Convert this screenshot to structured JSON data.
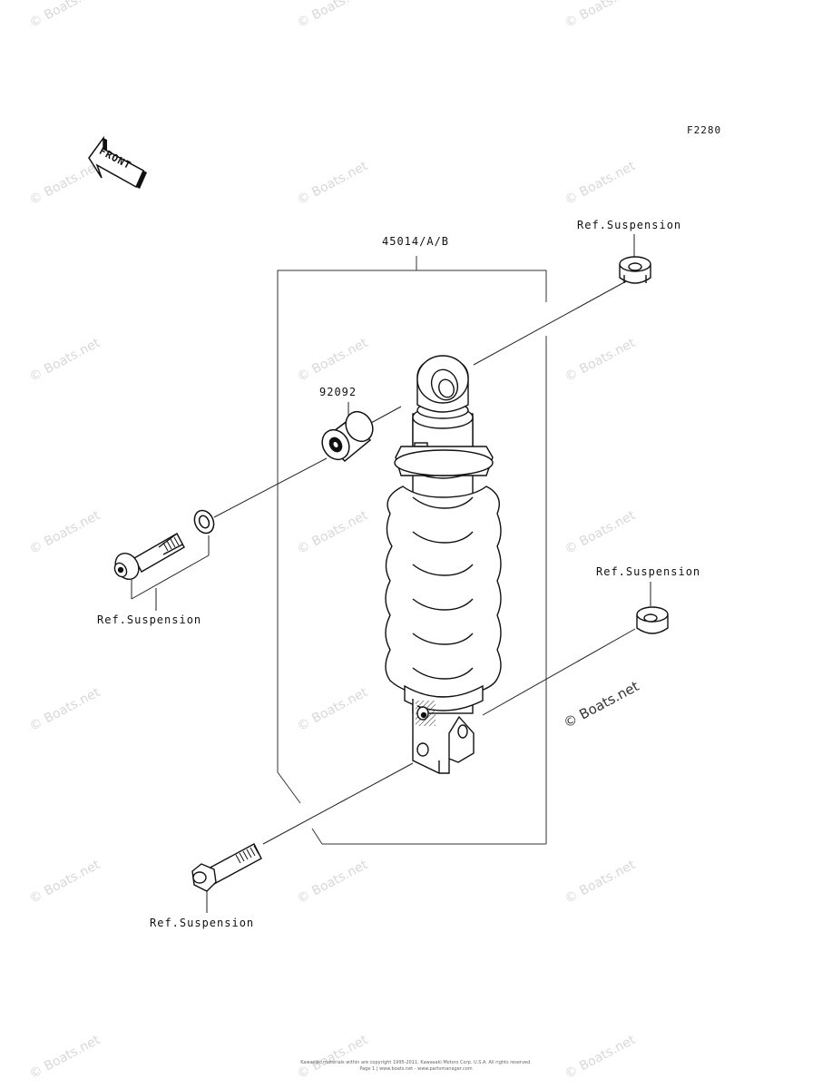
{
  "diagram": {
    "figure_code": "F2280",
    "front_arrow_text": "FRONT",
    "assembly_part_number": "45014/A/B",
    "bushing_part_number": "92092",
    "ref_labels": {
      "top_right": "Ref.Suspension",
      "middle_right": "Ref.Suspension",
      "left": "Ref.Suspension",
      "bottom": "Ref.Suspension"
    }
  },
  "watermark": {
    "text": "© Boats.net",
    "prominent_text": "© Boats.net"
  },
  "footer": {
    "line1": "Kawasaki materials within are copyright 1995-2011, Kawasaki Motors Corp. U.S.A. All rights reserved.",
    "line2": "Page 1 | www.boats.net - www.partsmanager.com"
  }
}
